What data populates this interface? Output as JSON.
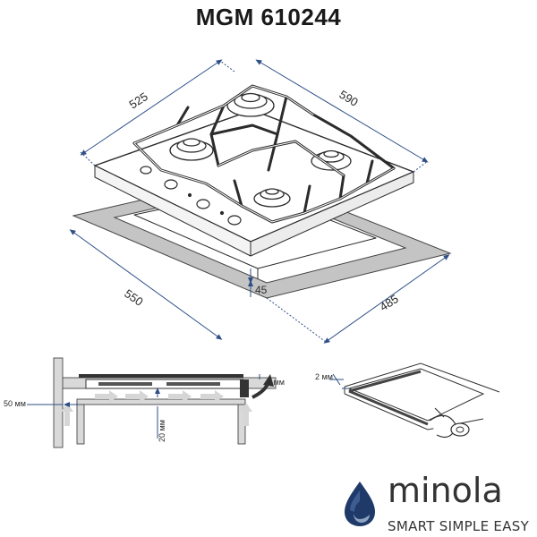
{
  "title": "MGM 610244",
  "top_view": {
    "dim_depth": "525",
    "dim_width": "590",
    "cutout_depth": "550",
    "cutout_width": "485",
    "thickness": "45"
  },
  "section_view": {
    "gap_side": "50 мм",
    "gap_top": "4 мм",
    "gap_bottom": "20 мм"
  },
  "seal_view": {
    "seal_thickness": "2 мм"
  },
  "brand": {
    "name": "minola",
    "tagline": "SMART SIMPLE EASY",
    "color_dark": "#1f3a68",
    "color_light": "#8fa3c4"
  },
  "colors": {
    "dimension_line": "#2e4f86",
    "outline": "#2b2b2b",
    "cutout_fill": "#c4c4c4",
    "airflow_arrow": "#d6d6d6"
  }
}
